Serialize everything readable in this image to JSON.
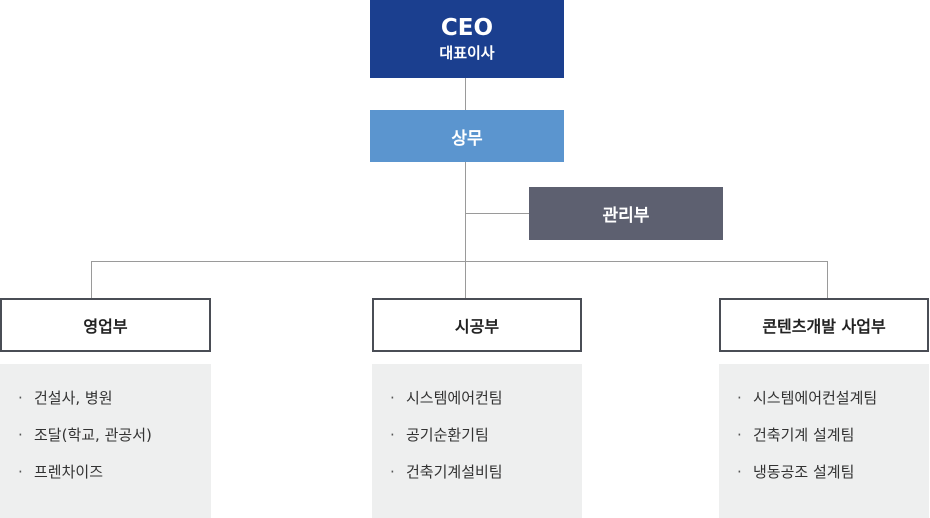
{
  "ceo": {
    "title": "CEO",
    "subtitle": "대표이사"
  },
  "executive": {
    "label": "상무"
  },
  "admin": {
    "label": "관리부"
  },
  "departments": [
    {
      "label": "영업부",
      "items": [
        "건설사, 병원",
        "조달(학교, 관공서)",
        "프렌차이즈"
      ]
    },
    {
      "label": "시공부",
      "items": [
        "시스템에어컨팀",
        "공기순환기팀",
        "건축기계설비팀"
      ]
    },
    {
      "label": "콘텐츠개발 사업부",
      "items": [
        "시스템에어컨설계팀",
        "건축기계 설계팀",
        "냉동공조 설계팀"
      ]
    }
  ],
  "bullet": "·",
  "colors": {
    "ceo": "#1b3f8f",
    "executive": "#5b95cf",
    "admin": "#5d6070",
    "dept_border": "#4a4d55",
    "panel_bg": "#eeefef",
    "connector": "#9a9a9a"
  }
}
